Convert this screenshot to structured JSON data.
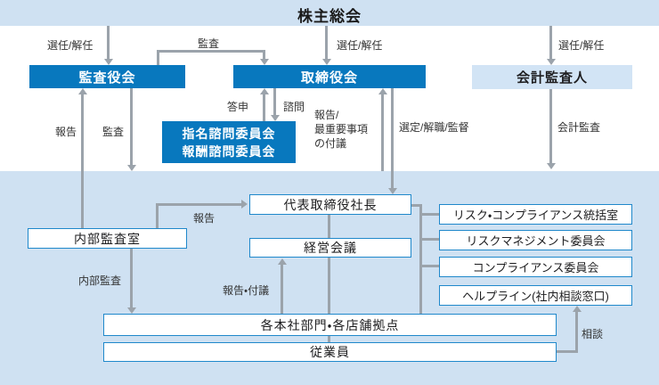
{
  "title": "株主総会",
  "colors": {
    "primary_blue": "#0878be",
    "light_band": "#cfe1f2",
    "accounting_fill": "#d2e4f5",
    "connector_gray": "#9ba3ab",
    "node_border_blue": "#1f88cb"
  },
  "nodes": {
    "shareholders_meeting": {
      "label": "株主総会"
    },
    "audit_and_supervisory_board": {
      "label": "監査役会"
    },
    "board_of_directors": {
      "label": "取締役会"
    },
    "accounting_auditor": {
      "label": "会計監査人"
    },
    "advisory_committees": {
      "label": "指名諮問委員会\n報酬諮問委員会"
    },
    "internal_audit_office": {
      "label": "内部監査室"
    },
    "president": {
      "label": "代表取締役社長"
    },
    "management_meeting": {
      "label": "経営会議"
    },
    "risk_compliance_office": {
      "label": "リスク・コンプライアンス統括室"
    },
    "risk_management_committee": {
      "label": "リスクマネジメント委員会"
    },
    "compliance_committee": {
      "label": "コンプライアンス委員会"
    },
    "helpline": {
      "label": "ヘルプライン(社内相談窓口)"
    },
    "departments": {
      "label": "各本社部門・各店舗拠点"
    },
    "employees": {
      "label": "従業員"
    }
  },
  "edge_labels": {
    "election_dismissal_left": "選任/解任",
    "election_dismissal_mid": "選任/解任",
    "election_dismissal_right": "選任/解任",
    "audit_top": "監査",
    "report_to_audit_board": "報告",
    "audit_down": "監査",
    "toshin": "答申",
    "shimon": "諮問",
    "report_important_items": "報告/\n最重要事項\nの付議",
    "appointment_dismissal_supervision": "選定/解職/監督",
    "accounting_audit": "会計監査",
    "report_to_president": "報告",
    "internal_audit": "内部監査",
    "report_fugi": "報告・付議",
    "consultation": "相談"
  }
}
